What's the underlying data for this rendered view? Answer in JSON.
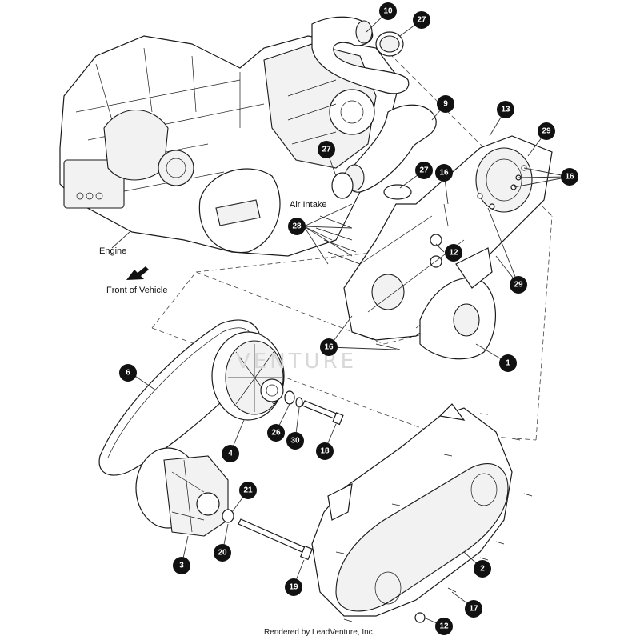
{
  "labels": {
    "engine": "Engine",
    "front_of_vehicle": "Front of Vehicle",
    "air_intake": "Air Intake"
  },
  "watermark": "VENTURE",
  "footer": "Rendered by LeadVenture, Inc.",
  "callouts": [
    "10",
    "27",
    "9",
    "13",
    "29",
    "27",
    "16",
    "16",
    "27",
    "28",
    "12",
    "29",
    "16",
    "1",
    "6",
    "26",
    "30",
    "18",
    "4",
    "21",
    "20",
    "3",
    "19",
    "2",
    "17",
    "12"
  ],
  "colors": {
    "callout": "#111111",
    "line": "#1a1a1a",
    "watermark": "#d8d8d8"
  }
}
